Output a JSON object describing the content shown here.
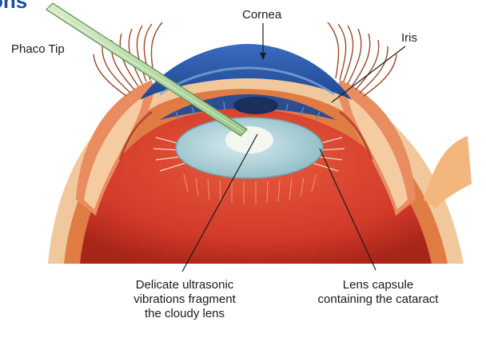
{
  "labels": {
    "cornea": "Cornea",
    "iris": "Iris",
    "phaco_tip": "Phaco Tip",
    "ultrasonic": [
      "Delicate ultrasonic",
      "vibrations fragment",
      "the cloudy lens"
    ],
    "capsule": [
      "Lens capsule",
      "containing the cataract"
    ],
    "corner_fragment": "ons"
  },
  "colors": {
    "background": "#ffffff",
    "cornea": "#2f5fae",
    "cornea_light": "#7aa3d8",
    "iris": "#2c4d8f",
    "lens": "#a9cfd6",
    "lens_center": "#f4f6f0",
    "eye_interior": "#d23a2a",
    "eye_interior_dark": "#a82519",
    "sclera": "#f0c89b",
    "eye_wall": "#e07b43",
    "probe": "#b8d9a8",
    "probe_edge": "#5f8b55",
    "eyelash": "#9a4a2c",
    "leader_line": "#1a1a1a",
    "label_text": "#1a1a1a",
    "fragment_text": "#1e4fa6"
  }
}
